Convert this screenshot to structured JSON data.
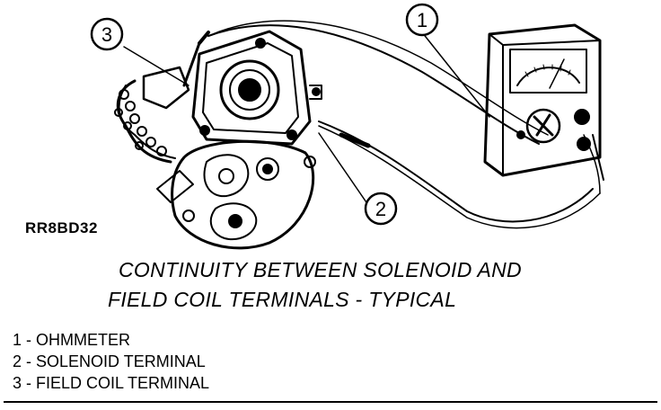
{
  "figure": {
    "code": "RR8BD32",
    "callouts": [
      {
        "number": "1"
      },
      {
        "number": "2"
      },
      {
        "number": "3"
      }
    ]
  },
  "caption": {
    "line1": "CONTINUITY BETWEEN SOLENOID AND",
    "line2": "FIELD COIL TERMINALS - TYPICAL"
  },
  "legend": [
    "1 - OHMMETER",
    "2 - SOLENOID TERMINAL",
    "3 - FIELD COIL TERMINAL"
  ]
}
